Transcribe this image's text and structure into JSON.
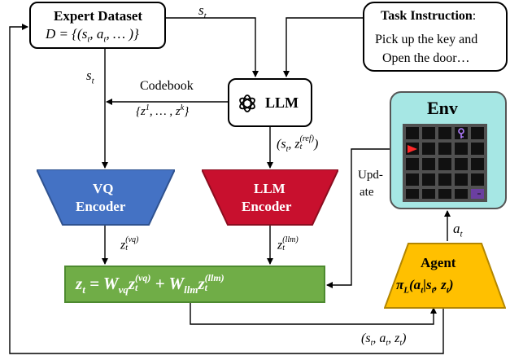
{
  "expert_dataset": {
    "title": "Expert Dataset",
    "formula": "D = {(s",
    "formula_t1": "t",
    "formula_mid": ", a",
    "formula_t2": "t",
    "formula_end": ", … )}"
  },
  "task_instruction": {
    "title": "Task Instruction",
    "colon": ":",
    "line1": "Pick up the key and",
    "line2": "Open the door…"
  },
  "llm": {
    "label": "LLM"
  },
  "codebook": {
    "label": "Codebook",
    "set_open": "{z",
    "sup1": "1",
    "set_mid": ", … , z",
    "supk": "k",
    "set_close": "}"
  },
  "arrow_labels": {
    "s_t_top": "s",
    "s_t_top_sub": "t",
    "s_t_left": "s",
    "s_t_left_sub": "t",
    "llm_out_open": "(s",
    "llm_out_sub": "t",
    "llm_out_mid": ", z",
    "llm_out_z_sub": "t",
    "llm_out_sup": "(ref)",
    "llm_out_close": ")",
    "zvq": "z",
    "zvq_sub": "t",
    "zvq_sup": "(vq)",
    "zllm": "z",
    "zllm_sub": "t",
    "zllm_sup": "(llm)",
    "update_1": "Upd-",
    "update_2": "ate",
    "a_t": "a",
    "a_t_sub": "t",
    "traj_open": "(s",
    "traj_s_sub": "t",
    "traj_mid1": ", a",
    "traj_a_sub": "t",
    "traj_mid2": ", z",
    "traj_z_sub": "t",
    "traj_close": ")"
  },
  "vq_encoder": {
    "line1": "VQ",
    "line2": "Encoder",
    "color": "#4472c4"
  },
  "llm_encoder": {
    "line1": "LLM",
    "line2": "Encoder",
    "color": "#c00000"
  },
  "equation": {
    "lhs": "z",
    "lhs_sub": "t",
    "eq": " = W",
    "w1_sub": "vq",
    "z1": "z",
    "z1_sub": "t",
    "z1_sup": "(vq)",
    "plus": " + W",
    "w2_sub": "llm",
    "z2": "z",
    "z2_sub": "t",
    "z2_sup": "(llm)",
    "color": "#70ad47"
  },
  "env": {
    "title": "Env",
    "bg": "#a6e7e4"
  },
  "agent": {
    "title": "Agent",
    "policy": "π",
    "pi_sub": "L",
    "policy_args": "(a",
    "a_sub": "t",
    "bar": "|s",
    "s_sub": "t",
    "comma": ", z",
    "z_sub": "t",
    "close": ")",
    "color": "#ffc000"
  }
}
